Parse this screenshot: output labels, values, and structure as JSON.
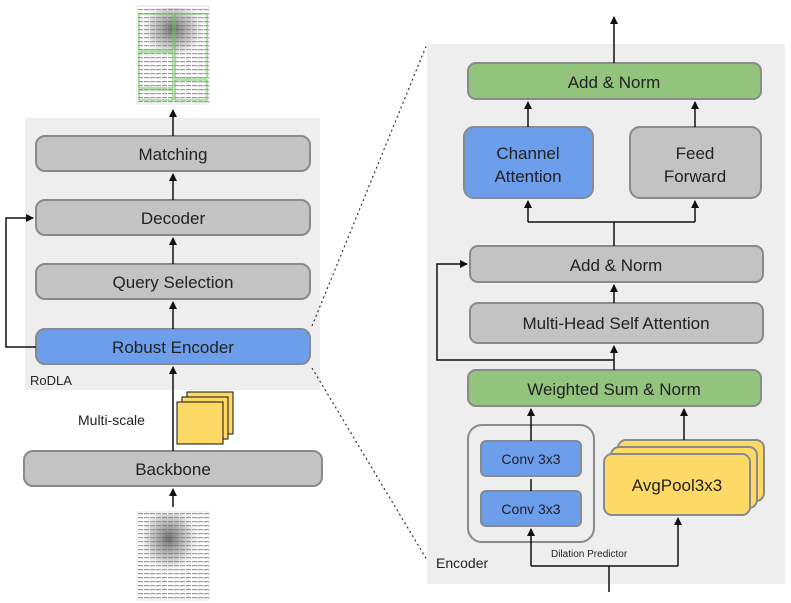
{
  "left": {
    "container_label": "RoDLA",
    "blocks": {
      "matching": "Matching",
      "decoder": "Decoder",
      "query_selection": "Query Selection",
      "robust_encoder": "Robust Encoder",
      "backbone": "Backbone"
    },
    "multiscale_label": "Multi-scale"
  },
  "right": {
    "container_label": "Encoder",
    "blocks": {
      "add_norm_top": "Add & Norm",
      "channel_attention_1": "Channel",
      "channel_attention_2": "Attention",
      "feed_forward_1": "Feed",
      "feed_forward_2": "Forward",
      "add_norm_mid": "Add & Norm",
      "mhsa": "Multi-Head Self Attention",
      "weighted_sum": "Weighted Sum & Norm",
      "conv_top": "Conv 3x3",
      "conv_bottom": "Conv 3x3",
      "avgpool": "AvgPool3x3"
    },
    "dilation_label": "Dilation Predictor"
  },
  "colors": {
    "gray_block": "#c3c3c3",
    "gray_border": "#8a8a8a",
    "blue_block": "#6d9eeb",
    "green_block": "#93c47d",
    "yellow_block": "#ffd966",
    "panel_bg": "#eeeeee"
  }
}
